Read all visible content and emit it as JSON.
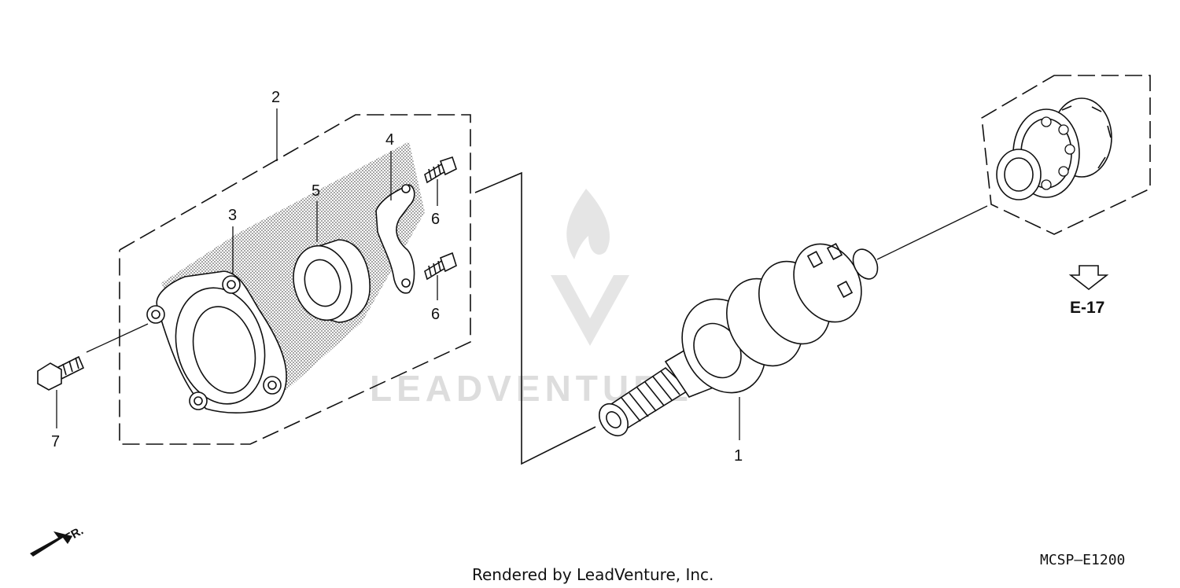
{
  "diagram": {
    "callouts": {
      "c1": "1",
      "c2": "2",
      "c3": "3",
      "c4": "4",
      "c5": "5",
      "c6a": "6",
      "c6b": "6",
      "c7": "7"
    },
    "ref_label": "E-17",
    "front_label": "FR.",
    "drawing_code": "MCSP—E1200",
    "credit": "Rendered by LeadVenture, Inc.",
    "watermark": "LEADVENTURE"
  }
}
